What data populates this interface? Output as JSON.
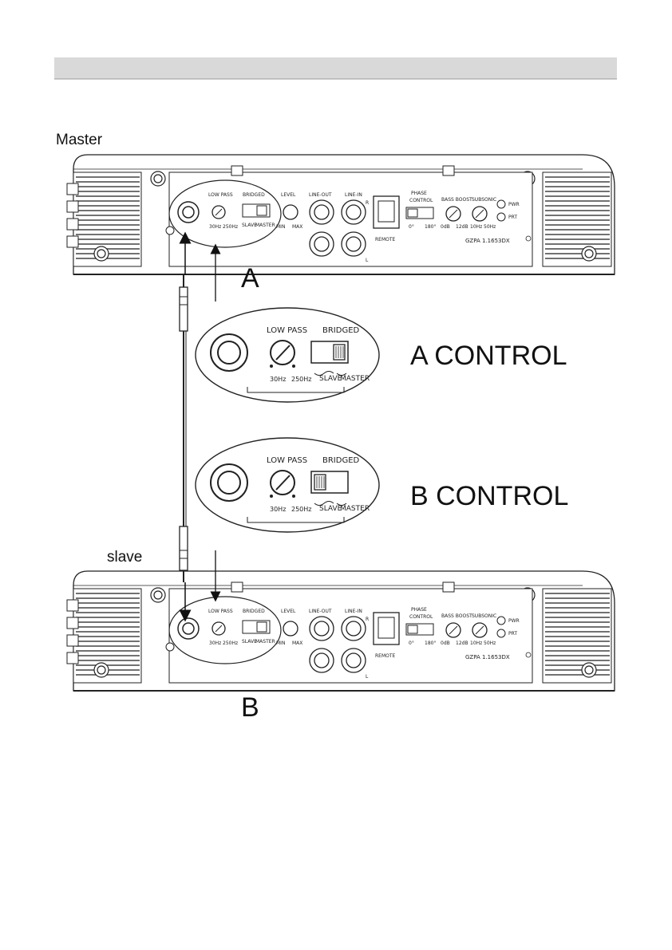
{
  "labels": {
    "master": "Master",
    "slave": "slave",
    "letter_a": "A",
    "letter_b": "B",
    "a_control": "A CONTROL",
    "b_control": "B CONTROL"
  },
  "panel": {
    "low_pass": "LOW PASS",
    "bridged": "BRIDGED",
    "level": "LEVEL",
    "line_out": "LINE-OUT",
    "line_in": "LINE-IN",
    "phase": "PHASE",
    "control": "CONTROL",
    "bass_boost": "BASS BOOST",
    "subsonic": "SUBSONIC",
    "pwr": "PWR",
    "prt": "PRT",
    "hz30": "30Hz",
    "hz250": "250Hz",
    "slave": "SLAVE",
    "master": "MASTER",
    "min": "MIN",
    "max": "MAX",
    "remote": "REMOTE",
    "deg0": "0°",
    "deg180": "180°",
    "db0": "0dB",
    "db12": "12dB",
    "hz10": "10Hz",
    "hz50": "50Hz",
    "r": "R",
    "l": "L",
    "model": "GZPA 1.1653DX"
  },
  "zoom": {
    "low_pass": "LOW PASS",
    "bridged": "BRIDGED",
    "hz30": "30Hz",
    "hz250": "250Hz",
    "slave": "SLAVE",
    "master": "MASTER"
  },
  "colors": {
    "line": "#222222",
    "header_bar": "#d9d9d9",
    "fin": "#444444"
  }
}
